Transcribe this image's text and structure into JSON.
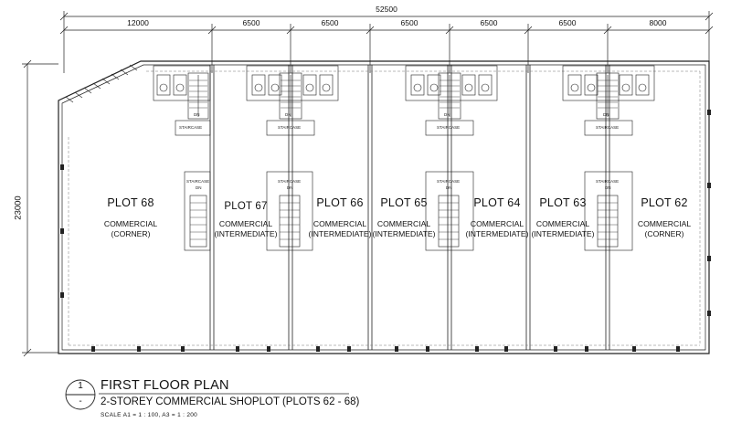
{
  "dimensions": {
    "overall": "52500",
    "segments": [
      "12000",
      "6500",
      "6500",
      "6500",
      "6500",
      "6500",
      "8000"
    ],
    "depth": "23000"
  },
  "plots": [
    {
      "name": "PLOT 68",
      "use_line1": "COMMERCIAL",
      "use_line2": "(CORNER)"
    },
    {
      "name": "PLOT 67",
      "use_line1": "COMMERCIAL",
      "use_line2": "(INTERMEDIATE)"
    },
    {
      "name": "PLOT 66",
      "use_line1": "COMMERCIAL",
      "use_line2": "(INTERMEDIATE)"
    },
    {
      "name": "PLOT 65",
      "use_line1": "COMMERCIAL",
      "use_line2": "(INTERMEDIATE)"
    },
    {
      "name": "PLOT 64",
      "use_line1": "COMMERCIAL",
      "use_line2": "(INTERMEDIATE)"
    },
    {
      "name": "PLOT 63",
      "use_line1": "COMMERCIAL",
      "use_line2": "(INTERMEDIATE)"
    },
    {
      "name": "PLOT 62",
      "use_line1": "COMMERCIAL",
      "use_line2": "(CORNER)"
    }
  ],
  "staircase_label": "STAIRCASE",
  "stair_dn": "DN",
  "title": {
    "callout_number": "1",
    "callout_ref": "-",
    "main": "FIRST FLOOR PLAN",
    "sub": "2-STOREY COMMERCIAL SHOPLOT (PLOTS 62 - 68)",
    "scale": "SCALE  A1 = 1 : 100,   A3 = 1 : 200"
  }
}
